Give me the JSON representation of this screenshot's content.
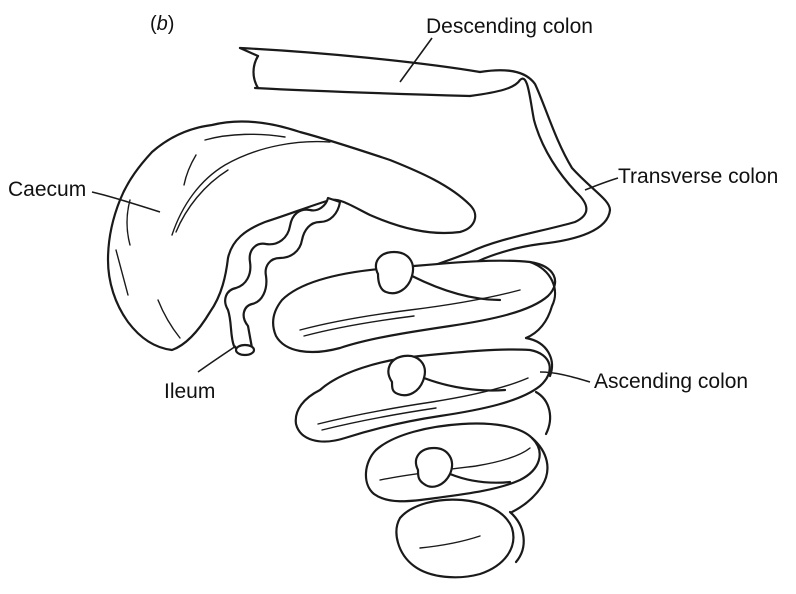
{
  "panel_label": {
    "open": "(",
    "letter": "b",
    "close": ")"
  },
  "labels": {
    "descending_colon": "Descending colon",
    "transverse_colon": "Transverse colon",
    "caecum": "Caecum",
    "ileum": "Ileum",
    "ascending_colon": "Ascending colon"
  },
  "colors": {
    "ink": "#1a1a1a",
    "background": "#ffffff"
  }
}
